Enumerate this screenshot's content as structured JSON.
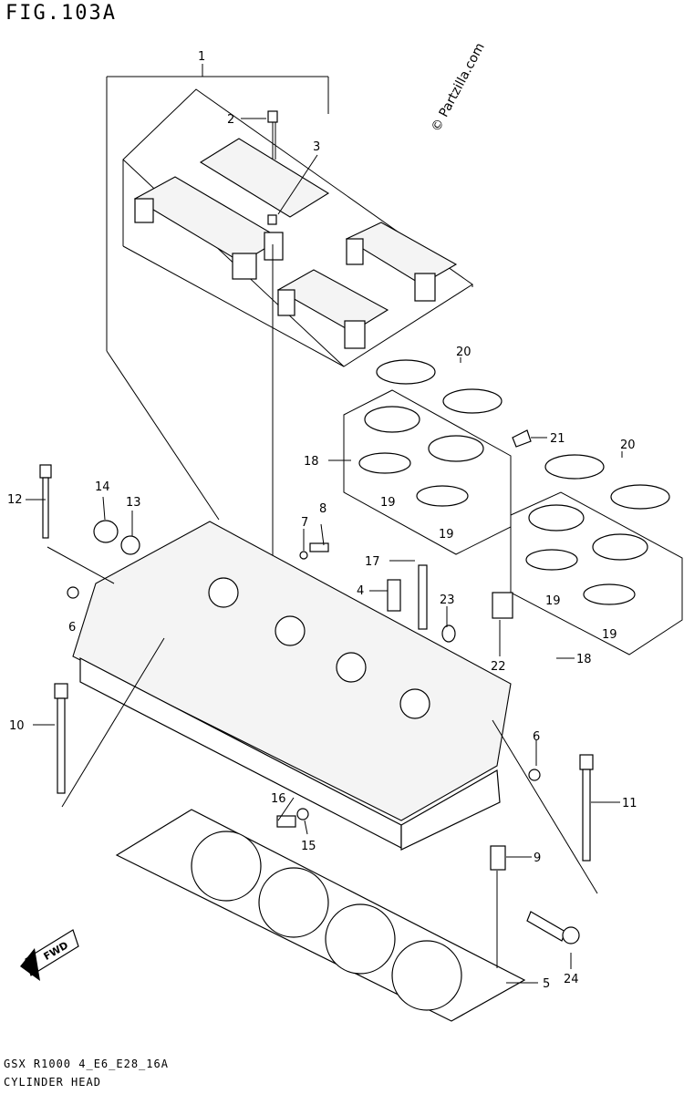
{
  "figure": {
    "title": "FIG.103A",
    "footer_code": "GSX R1000 4_E6_E28_16A",
    "footer_name": "CYLINDER HEAD",
    "watermark": "© Partzilla.com",
    "fwd_label": "FWD"
  },
  "callouts": [
    {
      "id": "c1",
      "label": "1"
    },
    {
      "id": "c2",
      "label": "2"
    },
    {
      "id": "c3",
      "label": "3"
    },
    {
      "id": "c4",
      "label": "4"
    },
    {
      "id": "c5",
      "label": "5"
    },
    {
      "id": "c6a",
      "label": "6"
    },
    {
      "id": "c6b",
      "label": "6"
    },
    {
      "id": "c7",
      "label": "7"
    },
    {
      "id": "c8",
      "label": "8"
    },
    {
      "id": "c9",
      "label": "9"
    },
    {
      "id": "c10",
      "label": "10"
    },
    {
      "id": "c11",
      "label": "11"
    },
    {
      "id": "c12",
      "label": "12"
    },
    {
      "id": "c13",
      "label": "13"
    },
    {
      "id": "c14",
      "label": "14"
    },
    {
      "id": "c15",
      "label": "15"
    },
    {
      "id": "c16",
      "label": "16"
    },
    {
      "id": "c17",
      "label": "17"
    },
    {
      "id": "c18a",
      "label": "18"
    },
    {
      "id": "c18b",
      "label": "18"
    },
    {
      "id": "c19a",
      "label": "19"
    },
    {
      "id": "c19b",
      "label": "19"
    },
    {
      "id": "c19c",
      "label": "19"
    },
    {
      "id": "c19d",
      "label": "19"
    },
    {
      "id": "c20a",
      "label": "20"
    },
    {
      "id": "c20b",
      "label": "20"
    },
    {
      "id": "c21",
      "label": "21"
    },
    {
      "id": "c22",
      "label": "22"
    },
    {
      "id": "c23",
      "label": "23"
    },
    {
      "id": "c24",
      "label": "24"
    }
  ]
}
